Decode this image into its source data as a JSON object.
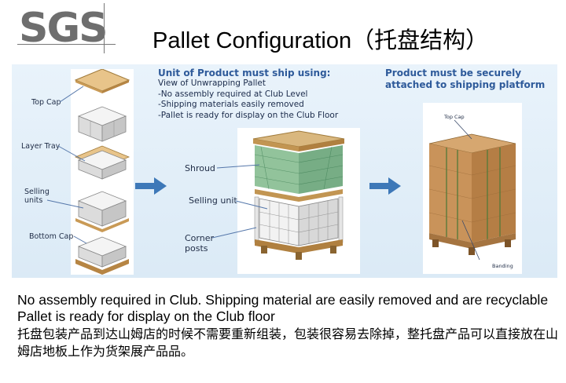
{
  "logo": {
    "text": "SGS"
  },
  "title": "Pallet Configuration（托盘结构）",
  "diagram": {
    "left_labels": [
      "Top Cap",
      "Layer Tray",
      "Selling units",
      "Bottom Cap"
    ],
    "middle_heading": "Unit of Product must ship using:",
    "middle_notes": [
      "View of Unwrapping Pallet",
      "-No assembly required at Club Level",
      "-Shipping materials easily removed",
      "-Pallet is ready for display on the Club Floor"
    ],
    "middle_labels": [
      "Shroud",
      "Selling unit",
      "Corner posts"
    ],
    "right_heading": "Product must be securely attached to shipping platform",
    "right_labels": [
      "Top Cap",
      "Banding"
    ],
    "colors": {
      "heading": "#2e5a9a",
      "arrow": "#3d78b8",
      "panel": "#e3eef8"
    }
  },
  "body_text": {
    "en": "No assembly required in Club. Shipping material are easily removed and are recyclable Pallet is ready for display on the Club floor",
    "zh": "托盘包装产品到达山姆店的时候不需要重新组装，包装很容易去除掉，整托盘产品可以直接放在山姆店地板上作为货架展产品品。"
  }
}
